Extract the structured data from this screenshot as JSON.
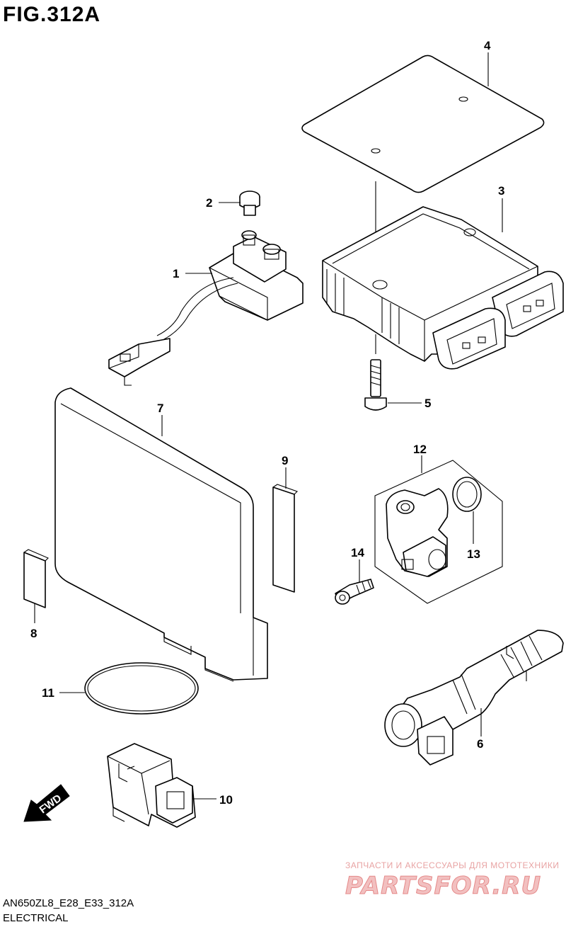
{
  "figure": {
    "title": "FIG.312A",
    "model_code": "AN650ZL8_E28_E33_312A",
    "section": "ELECTRICAL"
  },
  "direction_marker": {
    "label": "FWD"
  },
  "watermark": {
    "tagline": "ЗАПЧАСТИ И АКСЕССУАРЫ ДЛЯ МОТОТЕХНИКИ",
    "brand": "PARTSFOR.RU"
  },
  "callouts": [
    {
      "number": "1"
    },
    {
      "number": "2"
    },
    {
      "number": "3"
    },
    {
      "number": "4"
    },
    {
      "number": "5"
    },
    {
      "number": "6"
    },
    {
      "number": "7"
    },
    {
      "number": "8"
    },
    {
      "number": "9"
    },
    {
      "number": "10"
    },
    {
      "number": "11"
    },
    {
      "number": "12"
    },
    {
      "number": "13"
    },
    {
      "number": "14"
    }
  ]
}
